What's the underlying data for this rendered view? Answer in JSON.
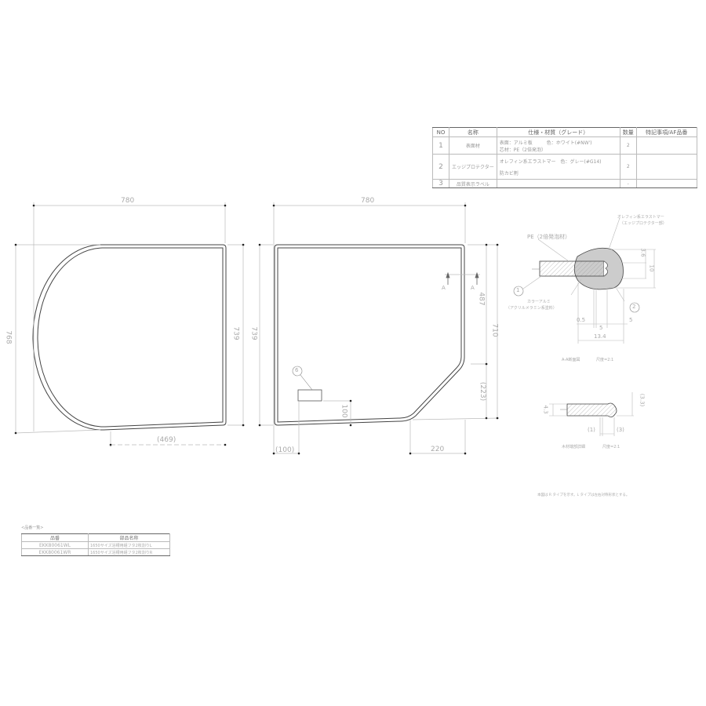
{
  "spec_table": {
    "headers": [
      "NO",
      "名称",
      "仕様・材質（グレード）",
      "数量",
      "特記事項/AF品番"
    ],
    "rows": [
      {
        "no": "1",
        "name": "表面材",
        "spec_line1": "表面：アルミ板　　　色：ホワイト(#NW')",
        "spec_line2": "芯材：PE（2倍発泡）",
        "qty": "2",
        "note": ""
      },
      {
        "no": "2",
        "name": "エッジプロテクター",
        "spec_line1": "オレフィン系エラストマー　色：グレー(#G14)",
        "spec_line2": "防カビ剤",
        "qty": "2",
        "note": ""
      },
      {
        "no": "3",
        "name": "品質表示ラベル",
        "spec_line1": "",
        "spec_line2": "",
        "qty": "-",
        "note": ""
      }
    ]
  },
  "view_left": {
    "width_dim": "780",
    "height_dim_left": "768",
    "height_dim_right": "739",
    "bottom_dim": "(469)"
  },
  "view_right": {
    "width_dim": "780",
    "height_dim_left": "739",
    "dim_487": "487",
    "dim_710": "710",
    "dim_223": "(223)",
    "dim_220": "220",
    "dim_100_h": "(100)",
    "dim_100_v": "100",
    "section_marker": "A",
    "label_callout": "6"
  },
  "section_aa": {
    "title": "A-A断面図",
    "scale": "尺度=2:1",
    "label_elastomer_line1": "オレフィン系エラストマー",
    "label_elastomer_line2": "（エッジプロテクター部）",
    "label_pe": "PE（2倍発泡材）",
    "label_color_alu_line1": "カラーアルミ",
    "label_color_alu_line2": "（アクリルメラミン系塗料）",
    "callout_1": "1",
    "callout_2": "2",
    "dim_36": "3.6",
    "dim_10": "10",
    "dim_05": "0.5",
    "dim_5a": "5",
    "dim_5b": "5",
    "dim_134": "13.4"
  },
  "section_wood": {
    "title": "木材端部詳細",
    "scale": "尺度=2:1",
    "dim_43": "4.3",
    "dim_33": "(3.3)",
    "dim_1": "(1)",
    "dim_3": "(3)"
  },
  "note": "本図は R タイプを示す。L タイプは左右対称形状とする。",
  "parts_list": {
    "caption": "<品番一覧>",
    "headers": [
      "品番",
      "部品名称"
    ],
    "rows": [
      {
        "code": "EKK80061WL",
        "name": "1650サイズ浴槽用組フタ2枚割りL"
      },
      {
        "code": "EKK80061WR",
        "name": "1650サイズ浴槽用組フタ2枚割りR"
      }
    ]
  },
  "colors": {
    "outline": "#333333",
    "dim_line": "#aaaaaa",
    "text": "#999999"
  }
}
